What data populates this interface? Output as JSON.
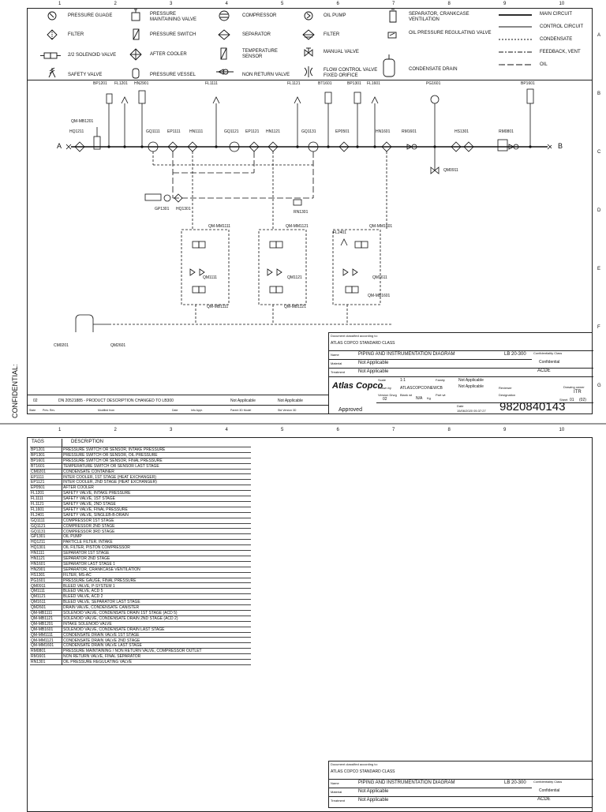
{
  "columns": [
    "1",
    "2",
    "3",
    "4",
    "5",
    "6",
    "7",
    "8",
    "9",
    "10"
  ],
  "rows": [
    "A",
    "B",
    "C",
    "D",
    "E",
    "F",
    "G"
  ],
  "legend": [
    {
      "symbol": "gauge",
      "label": "PRESSURE GUAGE"
    },
    {
      "symbol": "pmv",
      "label": "PRESSURE MAINTAINING VALVE"
    },
    {
      "symbol": "compressor",
      "label": "COMPRESSOR"
    },
    {
      "symbol": "oilpump",
      "label": "OIL PUMP"
    },
    {
      "symbol": "sepcrank",
      "label": "SEPARATOR, CRANKCASE VENTILATION"
    },
    {
      "symbol": "filter",
      "label": "FILTER"
    },
    {
      "symbol": "pswitch",
      "label": "PRESSURE SWITCH"
    },
    {
      "symbol": "separator",
      "label": "SEPARATOR"
    },
    {
      "symbol": "filter2",
      "label": "FILTER"
    },
    {
      "symbol": "oilreg",
      "label": "OIL PRESSURE REGULATING VALVE"
    },
    {
      "symbol": "solenoid",
      "label": "2/2 SOLENOID VALVE"
    },
    {
      "symbol": "aftercooler",
      "label": "AFTER COOLER"
    },
    {
      "symbol": "tempsensor",
      "label": "TEMPERATURE SENSOR"
    },
    {
      "symbol": "manualvalve",
      "label": "MANUAL VALVE"
    },
    {
      "symbol": "condrain",
      "label": "CONDENSATE DRAIN"
    },
    {
      "symbol": "safety",
      "label": "SAFETY VALVE"
    },
    {
      "symbol": "pvessel",
      "label": "PRESSURE VESSEL"
    },
    {
      "symbol": "nrv",
      "label": "NON RETURN VALVE"
    },
    {
      "symbol": "flowctrl",
      "label": "FLOW CONTROL VALVE FIXED ORIFICE"
    }
  ],
  "line_legend": [
    "MAIN CIRCUIT",
    "CONTROL CIRCUIT",
    "CONDENSATE",
    "FEEDBACK, VENT",
    "OIL"
  ],
  "diagram": {
    "top_tags": [
      "BP1201",
      "FL1201",
      "HN2901",
      "FL1111",
      "FL1121",
      "BT1601",
      "BP1301",
      "FL1601",
      "PG1601",
      "BP1601"
    ],
    "line_tags": [
      "HQ1211",
      "GQ1111",
      "EP1111",
      "HN1111",
      "GQ1121",
      "EP1121",
      "HN1121",
      "GQ1131",
      "EP0501",
      "HN1601",
      "RM1601",
      "HS1301",
      "RM0801"
    ],
    "misc_tags": [
      "QM-MB1201",
      "GP1301",
      "HQ1301",
      "RN1301",
      "QM0911",
      "CM0201",
      "QM2601",
      "FL2401"
    ],
    "drain_boxes": [
      {
        "title": "QM-MM1111",
        "valve": "QM1111",
        "solenoid": "QM-MB1111"
      },
      {
        "title": "QM-MM1121",
        "valve": "QM1121",
        "solenoid": "QM-MB1121"
      },
      {
        "title": "QM-MM1601",
        "valve": "QM1611",
        "solenoid": "QM-MB1601"
      }
    ],
    "inlet": "A",
    "outlet": "B"
  },
  "title_block": {
    "class_note": "Document classified according to:",
    "class": "ATLAS COPCO STANDARD CLASS",
    "name_label": "Name",
    "name": "PIPING AND INSTRUMENTATION DIAGRAM",
    "standard": "LB 20-300",
    "conf_class_label": "Confidentiality Class",
    "conf_class": "Confidential",
    "material_label": "Material",
    "material": "Not Applicable",
    "treatment_label": "Treatment",
    "treatment": "Not Applicable",
    "company": "ACDE",
    "logo": "Atlas Copco",
    "scale_label": "Scale",
    "scale": "1:1",
    "family_label": "Family",
    "family": "Not Applicable",
    "drawn_label": "Drawn by",
    "drawn": "ATLASCOPCO\\NEWCB",
    "revision_value": "Not Applicable",
    "reviewer_label": "Reviewer",
    "version_label": "Version Drwg",
    "version": "02",
    "blank_label": "Blank wt",
    "blank": "N/A",
    "unit": "Kg",
    "part_label": "Part wt",
    "designation_label": "Designation",
    "drawing_owner_label": "Drawing owner",
    "drawing_owner": "ITR",
    "sheet_label": "Sheet",
    "sheet": "01",
    "sheet_total": "(02)",
    "approved": "Approved",
    "date_label": "Date",
    "date": "15/06/2020 05:37:27",
    "number": "9820840143",
    "rev_no": "02",
    "rev_text": "DN 20521885 - PRODUCT DESCRIPTION CHANGED TO LB300",
    "na1": "Not Applicable",
    "na2": "Not Applicable",
    "rev_headers": [
      "State",
      "Prev. Rev.",
      "Modified from",
      "Date",
      "Info Appr.",
      "Parent 3D Model",
      "Std Version 3D"
    ],
    "confidential": "CONFIDENTIAL:"
  },
  "tags_table": {
    "header_tag": "TAGS",
    "header_desc": "DESCRIPTION",
    "rows": [
      [
        "BP1201",
        "PRESSURE SWITCH OR SENSOR, INTAKE PRESSURE"
      ],
      [
        "BP1301",
        "PRESSURE SWITCH OR SENSOR, OIL PRESSURE"
      ],
      [
        "BP1601",
        "PRESSURE SWITCH OR SENSOR, FINAL PRESSURE"
      ],
      [
        "BT1601",
        "TEMPERATURE SWITCH OR SENSOR LAST STAGE"
      ],
      [
        "CM0201",
        "CONDENSATE CONTAINER"
      ],
      [
        "EP1111",
        "INTER COOLER, 1ST STAGE (HEAT EXCHANGER)"
      ],
      [
        "EP1121",
        "INTER COOLER, 2ND STAGE (HEAT EXCHANGER)"
      ],
      [
        "EP0501",
        "AFTER COOLER"
      ],
      [
        "FL1201",
        "SAFETY VALVE, INTAKE PRESSURE"
      ],
      [
        "FL1111",
        "SAFETY VALVE, 1ST STAGE"
      ],
      [
        "FL1121",
        "SAFETY VALVE, 2ND STAGE"
      ],
      [
        "FL1601",
        "SAFETY VALVE, FINAL PRESSURE"
      ],
      [
        "FL2401",
        "SAFETY VALVE, SINGLEB-B-DRAIN"
      ],
      [
        "GQ1111",
        "COMPRESSOR 1ST STAGE"
      ],
      [
        "GQ1121",
        "COMPRESSOR 2ND STAGE"
      ],
      [
        "GQ1131",
        "COMPRESSOR 3RD STAGE"
      ],
      [
        "GP1301",
        "OIL PUMP"
      ],
      [
        "HQ1211",
        "PARTICLE FILTER, INTAKE"
      ],
      [
        "HQ1301",
        "OIL FILTER, PISTON COMPRESSOR"
      ],
      [
        "HN1111",
        "SEPARATOR 1ST STAGE"
      ],
      [
        "HN1121",
        "SEPARATOR 2ND STAGE"
      ],
      [
        "HN1601",
        "SEPARATOR LAST STAGE 1"
      ],
      [
        "HN2901",
        "SEPARATOR, CRANKCASE VENTILATION"
      ],
      [
        "HS1301",
        "FILTER, MS-AC"
      ],
      [
        "PG1601",
        "PRESSURE GAUGE, FINAL PRESSURE"
      ],
      [
        "QM0911",
        "BLEED VALVE, P-SYSTEM 1"
      ],
      [
        "QM1111",
        "BLEED VALVE, ACD 5"
      ],
      [
        "QM1121",
        "BLEED VALVE, ACD 2"
      ],
      [
        "QM1611",
        "BLEED VALVE, SEPARATOR LAST STAGE"
      ],
      [
        "QM2601",
        "DRAIN VALVE, CONDENSATE CANISTER"
      ],
      [
        "QM-MB1111",
        "SOLENOID VALVE, CONDENSATE DRAIN 1ST STAGE (ACD 5)"
      ],
      [
        "QM-MB1121",
        "SOLENOID VALVE, CONDENSATE DRAIN 2ND STAGE (ACD 2)"
      ],
      [
        "QM-MB1201",
        "INTAKE SOLENOID VALVE"
      ],
      [
        "QM-MB1601",
        "SOLENOID VALVE, CONDENSATE DRAIN LAST STAGE"
      ],
      [
        "QM-MM1111",
        "CONDENSATE DRAIN VALVE 1ST STAGE"
      ],
      [
        "QM-MM1121",
        "CONDENSATE DRAIN VALVE 2ND STAGE"
      ],
      [
        "QM-MM1601",
        "CONDENSATE DRAIN VALVE LAST STAGE"
      ],
      [
        "RM0801",
        "PRESSURE MAINTAINING / NON RETURN VALVE, COMPRESSOR OUTLET"
      ],
      [
        "RM1601",
        "NON RETURN VALVE, FINAL SEPARATOR"
      ],
      [
        "RN1301",
        "OIL PRESSURE REGULATING VALVE"
      ]
    ]
  }
}
